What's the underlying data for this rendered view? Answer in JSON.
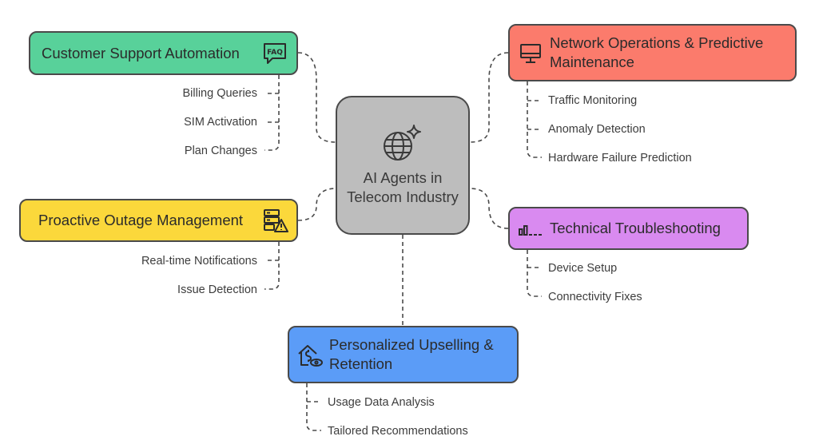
{
  "center": {
    "label": "AI Agents in Telecom Industry",
    "icon": "globe-sparkle-icon"
  },
  "nodes": {
    "support": {
      "label": "Customer Support Automation",
      "color": "#58d19a",
      "icon": "faq-icon",
      "items": [
        "Billing Queries",
        "SIM Activation",
        "Plan Changes"
      ]
    },
    "network": {
      "label": "Network Operations & Predictive Maintenance",
      "color": "#fb7b6c",
      "icon": "monitor-icon",
      "items": [
        "Traffic Monitoring",
        "Anomaly Detection",
        "Hardware Failure Prediction"
      ]
    },
    "outage": {
      "label": "Proactive Outage Management",
      "color": "#fbd83b",
      "icon": "server-warning-icon",
      "items": [
        "Real-time Notifications",
        "Issue Detection"
      ]
    },
    "tech": {
      "label": "Technical Troubleshooting",
      "color": "#d98af0",
      "icon": "signal-bars-icon",
      "items": [
        "Device Setup",
        "Connectivity Fixes"
      ]
    },
    "upsell": {
      "label": "Personalized Upselling & Retention",
      "color": "#5b9cf7",
      "icon": "house-dollar-eye-icon",
      "items": [
        "Usage Data Analysis",
        "Tailored Recommendations"
      ]
    }
  }
}
